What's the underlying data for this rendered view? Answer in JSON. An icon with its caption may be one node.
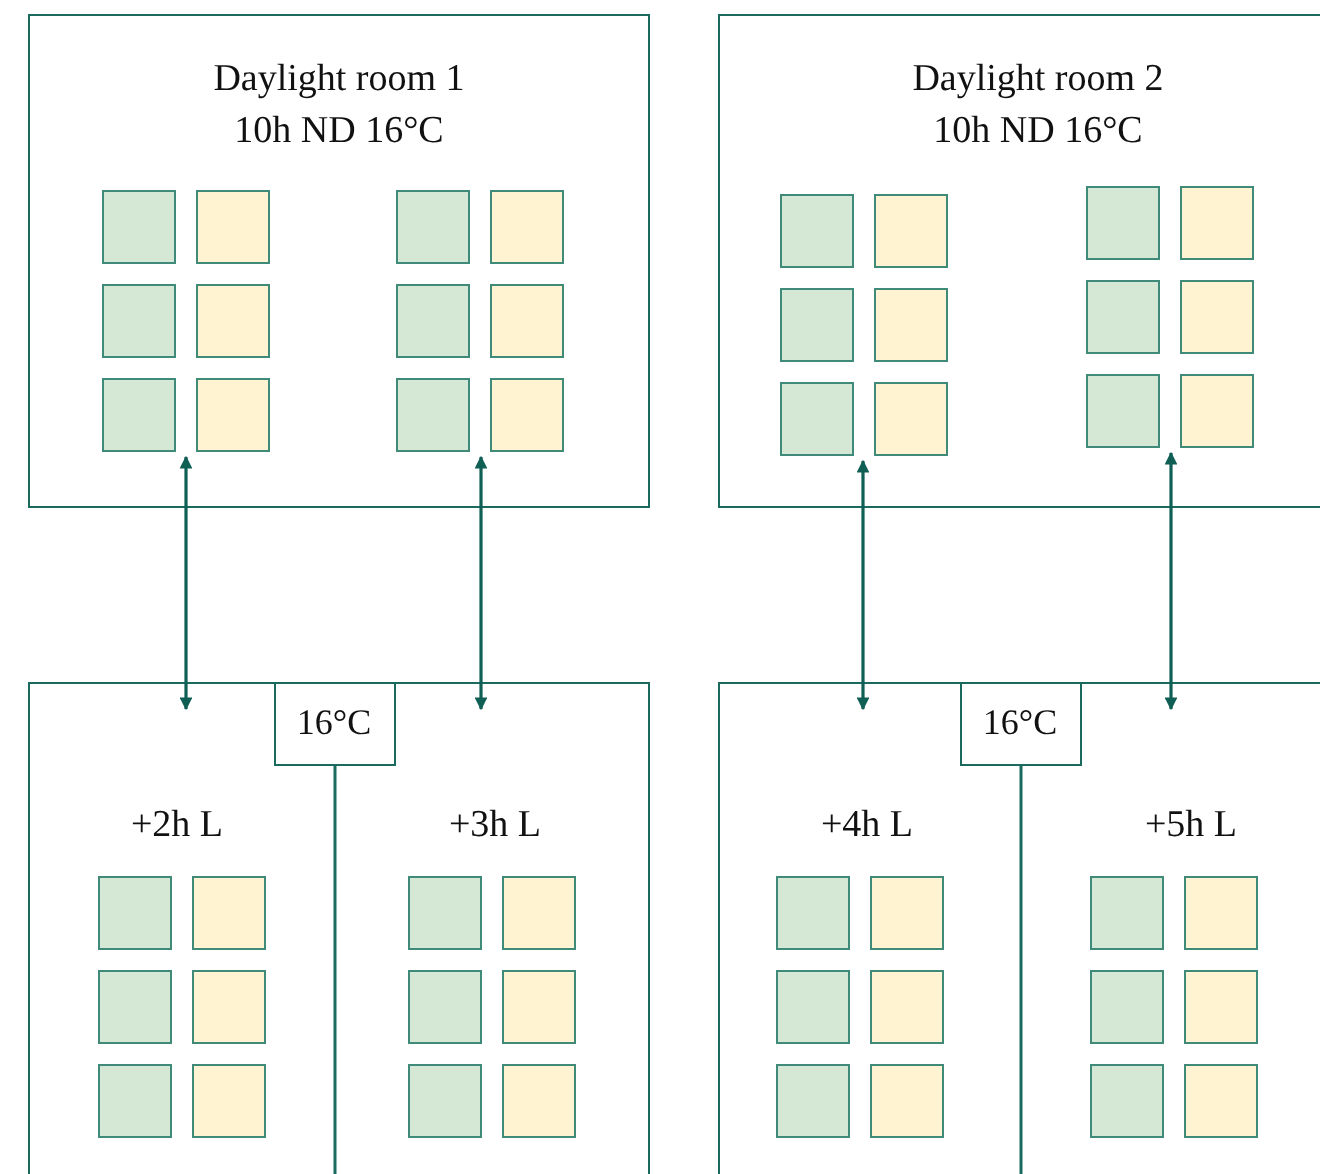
{
  "diagram": {
    "nodes": [
      {
        "text": [
          "Daylight room 1",
          "10h ND 16°C"
        ]
      },
      {
        "text": [],
        "shape": "grid",
        "in": 0
      },
      {
        "text": [],
        "shape": "grid",
        "in": 0
      },
      {
        "text": [
          "Daylight room 2",
          "10h ND 16°C"
        ]
      },
      {
        "text": [],
        "shape": "grid",
        "in": 3
      },
      {
        "text": [],
        "shape": "grid",
        "in": 3
      },
      {
        "text": [],
        "shape": "box"
      },
      {
        "text": [
          "16°C"
        ],
        "in": 6
      },
      {
        "text": [
          "+2h L"
        ],
        "in": 6
      },
      {
        "text": [],
        "shape": "grid",
        "in": 8
      },
      {
        "text": [
          "+3h L"
        ],
        "in": 6
      },
      {
        "text": [],
        "shape": "grid",
        "in": 10
      },
      {
        "text": [],
        "shape": "box"
      },
      {
        "text": [
          "16°C"
        ],
        "in": 12
      },
      {
        "text": [
          "+4h L"
        ],
        "in": 12
      },
      {
        "text": [],
        "shape": "grid",
        "in": 14
      },
      {
        "text": [
          "+5h L"
        ],
        "in": 12
      },
      {
        "text": [],
        "shape": "grid",
        "in": 16
      }
    ],
    "edges": [
      {
        "from": 1,
        "to": 8,
        "arrow": "both"
      },
      {
        "from": 2,
        "to": 10,
        "arrow": "both"
      },
      {
        "from": 4,
        "to": 14,
        "arrow": "both"
      },
      {
        "from": 5,
        "to": 16,
        "arrow": "both"
      }
    ]
  }
}
